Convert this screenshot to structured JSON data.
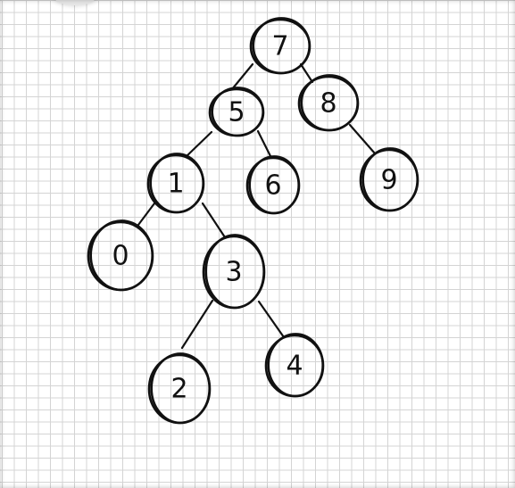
{
  "diagram": {
    "type": "binary-tree",
    "nodes": [
      {
        "id": "n7",
        "label": "7"
      },
      {
        "id": "n5",
        "label": "5"
      },
      {
        "id": "n8",
        "label": "8"
      },
      {
        "id": "n1",
        "label": "1"
      },
      {
        "id": "n6",
        "label": "6"
      },
      {
        "id": "n9",
        "label": "9"
      },
      {
        "id": "n0",
        "label": "0"
      },
      {
        "id": "n3",
        "label": "3"
      },
      {
        "id": "n2",
        "label": "2"
      },
      {
        "id": "n4",
        "label": "4"
      }
    ],
    "edges": [
      {
        "from": "n7",
        "to": "n5"
      },
      {
        "from": "n7",
        "to": "n8"
      },
      {
        "from": "n5",
        "to": "n1"
      },
      {
        "from": "n5",
        "to": "n6"
      },
      {
        "from": "n8",
        "to": "n9"
      },
      {
        "from": "n1",
        "to": "n0"
      },
      {
        "from": "n1",
        "to": "n3"
      },
      {
        "from": "n3",
        "to": "n2"
      },
      {
        "from": "n3",
        "to": "n4"
      }
    ]
  }
}
